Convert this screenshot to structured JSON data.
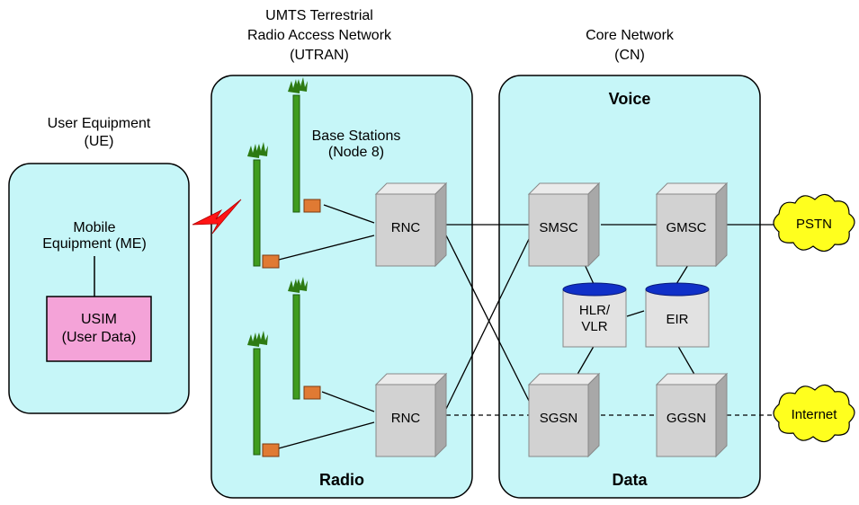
{
  "ue": {
    "title_line1": "User Equipment",
    "title_line2": "(UE)",
    "me_line1": "Mobile",
    "me_line2": "Equipment (ME)",
    "usim_line1": "USIM",
    "usim_line2": "(User Data)"
  },
  "utran": {
    "title_line1": "UMTS Terrestrial",
    "title_line2": "Radio Access Network",
    "title_line3": "(UTRAN)",
    "base_stations_line1": "Base Stations",
    "base_stations_line2": "(Node 8)",
    "rnc_top": "RNC",
    "rnc_bottom": "RNC",
    "footer": "Radio"
  },
  "cn": {
    "title_line1": "Core Network",
    "title_line2": "(CN)",
    "voice": "Voice",
    "data": "Data",
    "smsc": "SMSC",
    "gmsc": "GMSC",
    "hlr_line1": "HLR/",
    "hlr_line2": "VLR",
    "eir": "EIR",
    "sgsn": "SGSN",
    "ggsn": "GGSN"
  },
  "external": {
    "pstn": "PSTN",
    "internet": "Internet"
  },
  "colors": {
    "panel_fill": "#c6f6f8",
    "usim_fill": "#f4a3d8",
    "node_front": "#d2d2d2",
    "node_side": "#a8a8a8",
    "node_top": "#ebebeb",
    "db_cap": "#1030c8",
    "cloud_fill": "#ffff1e",
    "lightning": "#ff1414",
    "tower": "#3f9c1f",
    "tower_base": "#e07a33"
  }
}
